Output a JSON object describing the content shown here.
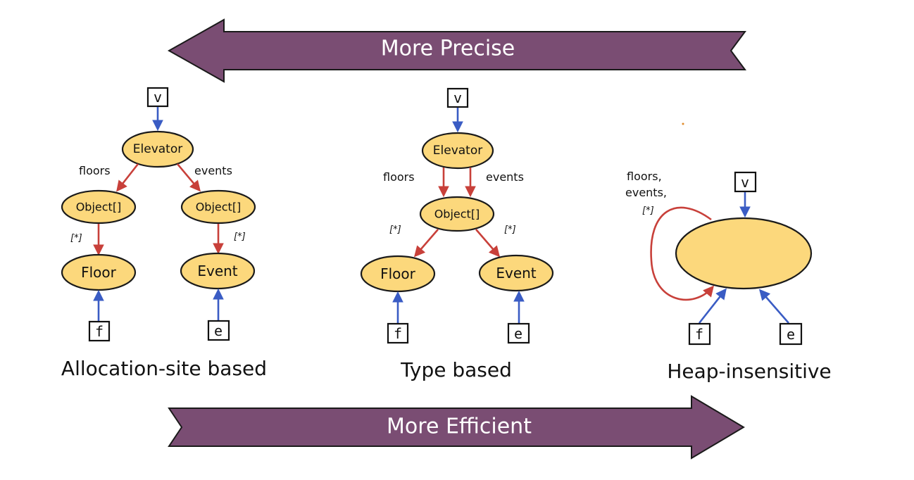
{
  "banners": {
    "top": "More Precise",
    "bottom": "More Efficient"
  },
  "colors": {
    "banner": "#7a4d73",
    "node_fill": "#fcd87c",
    "field_edge": "#c8403a",
    "var_edge": "#3a5cc4"
  },
  "allocation_site": {
    "caption": "Allocation-site based",
    "var_v": "v",
    "root": "Elevator",
    "label_floors": "floors",
    "label_events": "events",
    "array_left": "Object[]",
    "array_right": "Object[]",
    "star_left": "[*]",
    "star_right": "[*]",
    "leaf_left": "Floor",
    "leaf_right": "Event",
    "var_f": "f",
    "var_e": "e"
  },
  "type_based": {
    "caption": "Type based",
    "var_v": "v",
    "root": "Elevator",
    "label_floors": "floors",
    "label_events": "events",
    "array": "Object[]",
    "star_left": "[*]",
    "star_right": "[*]",
    "leaf_left": "Floor",
    "leaf_right": "Event",
    "var_f": "f",
    "var_e": "e"
  },
  "heap_insensitive": {
    "caption": "Heap-insensitive",
    "var_v": "v",
    "loop_label_1": "floors,",
    "loop_label_2": "events,",
    "loop_label_3": "[*]",
    "var_f": "f",
    "var_e": "e"
  }
}
